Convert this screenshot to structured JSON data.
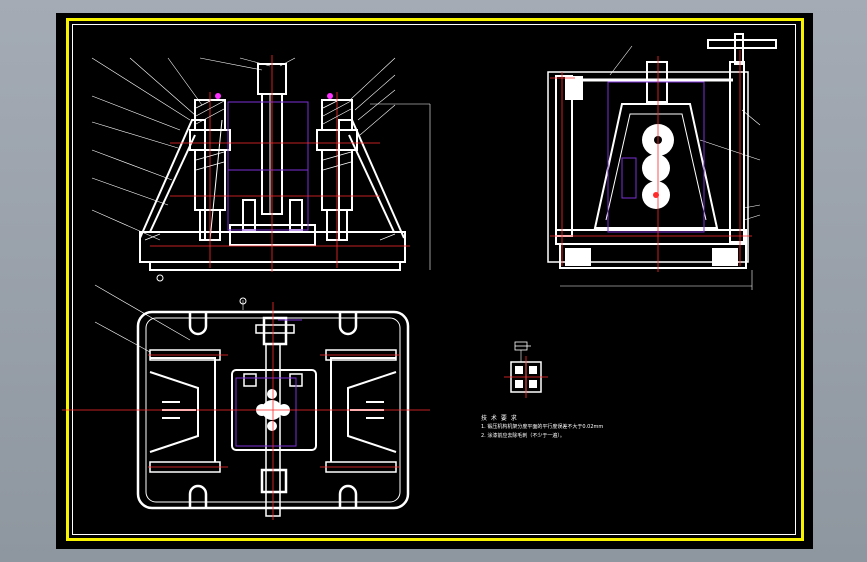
{
  "colors": {
    "frame": "#f7f200",
    "outline": "#ffffff",
    "centerline": "#ff2a2a",
    "section": "#7a2fd6",
    "accent": "#ff33ff",
    "background": "#000000"
  },
  "technical_requirements": {
    "title": "技 术 要 求",
    "line1": "1. 锻压机构机架分度平面的平行度误差不大于0.02mm",
    "line2": "2. 涂漆前应去除毛刺（不少于一遍）。"
  },
  "views": [
    "front-section-view",
    "side-view",
    "top-view",
    "detail-view"
  ]
}
